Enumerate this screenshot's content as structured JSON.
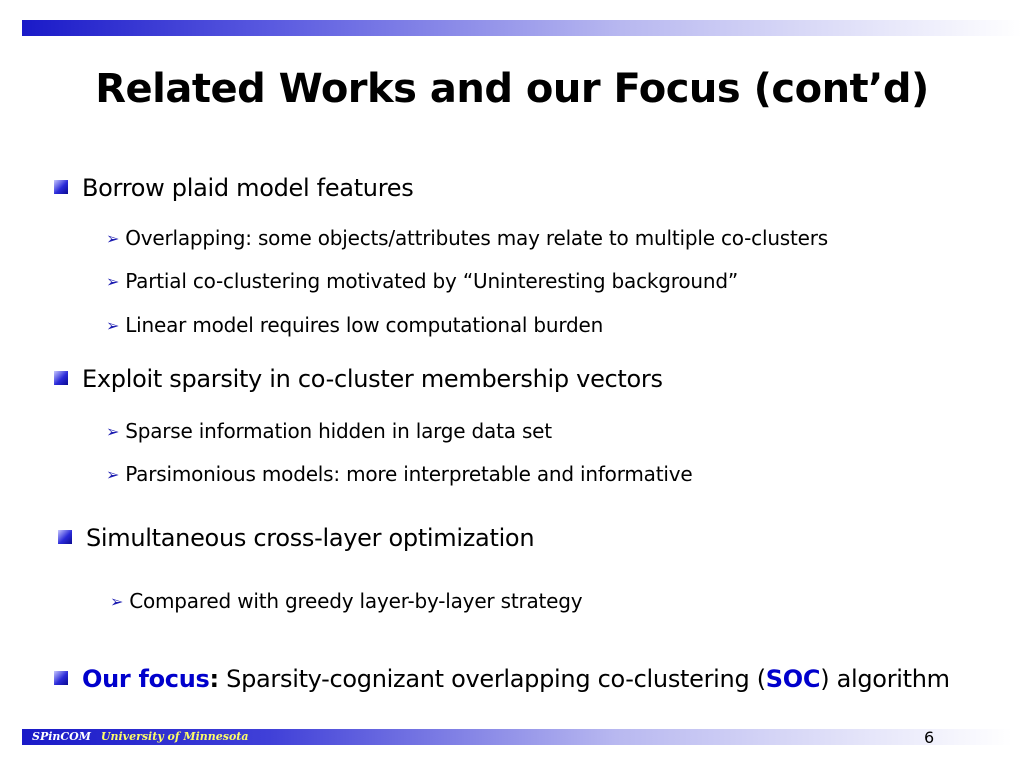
{
  "title": "Related Works and our Focus (cont’d)",
  "sections": [
    {
      "text": "Borrow plaid model features",
      "items": [
        "Overlapping: some objects/attributes may relate to multiple co-clusters",
        "Partial co-clustering motivated by “Uninteresting background”",
        "Linear model requires low computational burden"
      ]
    },
    {
      "text": "Exploit sparsity in co-cluster membership vectors",
      "items": [
        "Sparse information hidden in large data set",
        "Parsimonious models: more interpretable and informative"
      ]
    },
    {
      "text": "Simultaneous cross-layer optimization",
      "items": [
        "Compared with greedy layer-by-layer strategy"
      ]
    }
  ],
  "focus": {
    "label": "Our focus",
    "colon": ":",
    "before": " Sparsity-cognizant overlapping co-clustering (",
    "highlight": "SOC",
    "after": ") algorithm"
  },
  "footer": {
    "group": "SPinCOM",
    "university": "University of Minnesota",
    "page_number": "6"
  },
  "colors": {
    "accent": "#0000cc",
    "bar": "#1a1ac8"
  }
}
